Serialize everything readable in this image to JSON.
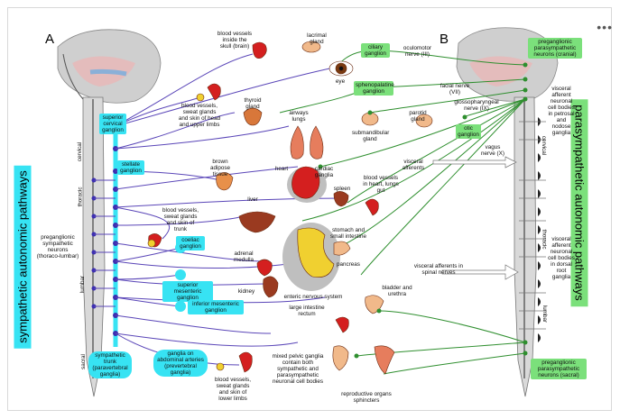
{
  "menu_icon": "more-horizontal-icon",
  "panel_labels": {
    "left": "A",
    "right": "B"
  },
  "titles": {
    "sympathetic": "sympathetic autonomic pathways",
    "parasympathetic": "parasympathetic autonomic pathways"
  },
  "spinal_regions": {
    "cervical": "cervical",
    "thoracic": "thoracic",
    "lumbar": "lumbar",
    "sacral": "sacral"
  },
  "sympathetic_labels": {
    "preganglionic": "preganglionic sympathetic neurons (thoraco-lumbar)",
    "superior_cervical": "superior cervical ganglion",
    "stellate": "stellate ganglion",
    "coeliac": "coeliac ganglion",
    "superior_mesenteric": "superior mesenteric ganglion",
    "inferior_mesenteric": "inferior mesenteric ganglion",
    "trunk": "sympathetic trunk (paravertebral ganglia)",
    "abdominal_ganglia": "ganglia on abdominal arteries (prevertebral ganglia)"
  },
  "parasympathetic_labels": {
    "preganglionic_cranial": "preganglionic parasympathetic neurons (cranial)",
    "preganglionic_sacral": "preganglionic parasympathetic neurons (sacral)",
    "ciliary": "ciliary ganglion",
    "sphenopalatine": "sphenopalatine ganglion",
    "otic": "otic ganglion",
    "oculomotor": "oculomotor nerve (III)",
    "facial": "facial nerve (VII)",
    "glossopharyngeal": "glossopharyngeal nerve (IX)",
    "vagus": "vagus nerve (X)",
    "visceral_afferent_cranial": "visceral afferent neuronal cell bodies in petrosal and nodose ganglia",
    "visceral_afferent_spinal": "visceral afferent neuronal cell bodies in dorsal root ganglia"
  },
  "organ_labels": {
    "bv_skull": "blood vessels inside the skull (brain)",
    "lacrimal": "lacrimal gland",
    "eye": "eye",
    "bv_head": "blood vessels, sweat glands and skin of head and upper limbs",
    "thyroid": "thyroid gland",
    "airways": "airways lungs",
    "submandibular": "submandibular gland",
    "parotid": "parotid gland",
    "brown_adipose": "brown adipose tissue",
    "heart": "heart",
    "cardiac_ganglia": "cardiac ganglia",
    "bv_heart": "blood vessels in heart, lungs gut",
    "bv_trunk": "blood vessels, sweat glands and skin of trunk",
    "liver": "liver",
    "spleen": "spleen",
    "stomach": "stomach and small intestine",
    "adrenal": "adrenal medulla",
    "pancreas": "pancreas",
    "kidney": "kidney",
    "enteric": "enteric nervous system",
    "large_intestine": "large intestine rectum",
    "bladder": "bladder and urethra",
    "visceral_afferents": "visceral afferents",
    "visceral_afferents_spinal": "visceral afferents in spinal nerves",
    "bv_lower": "blood vessels, sweat glands and skin of lower limbs",
    "mixed_pelvic": "mixed pelvic ganglia contain both sympathetic and parasympathetic neuronal cell bodies",
    "reproductive": "reproductive organs sphincters"
  },
  "colors": {
    "sympathetic_highlight": "#37e3f3",
    "parasympathetic_highlight": "#7be07b",
    "sympathetic_fiber": "#5a46b8",
    "parasympathetic_fiber": "#2f8f2f",
    "vessel_red": "#d41f1f"
  }
}
